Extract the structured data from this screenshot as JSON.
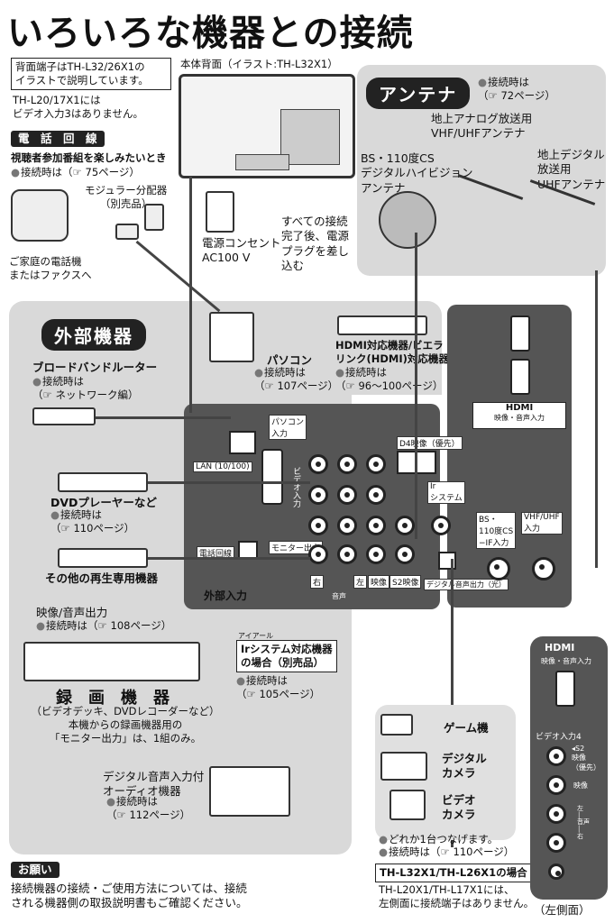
{
  "title": "いろいろな機器との接続",
  "notes": {
    "rear_terminal": "背面端子はTH-L32/26X1の\nイラストで説明しています。",
    "video3": "TH-L20/17X1には\nビデオ入力3はありません。",
    "rear_caption": "本体背面（イラスト:TH-L32X1）"
  },
  "phone": {
    "badge": "電　話　回　線",
    "desc": "視聴者参加番組を楽しみたいとき",
    "ref": "接続時は（☞ 75ページ）",
    "splitter": "モジュラー分配器\n（別売品）",
    "dest": "ご家庭の電話機\nまたはファクスへ"
  },
  "power": {
    "outlet": "電源コンセント\nAC100 V",
    "plug_note": "すべての接続\n完了後、電源\nプラグを差し\n込む"
  },
  "antenna": {
    "badge": "アンテナ",
    "ref": "接続時は\n（☞ 72ページ）",
    "analog": "地上アナログ放送用\nVHF/UHFアンテナ",
    "bs": "BS・110度CS\nデジタルハイビジョン\nアンテナ",
    "digital": "地上デジタル\n放送用\nUHFアンテナ"
  },
  "external": {
    "badge": "外部機器",
    "router": "ブロードバンドルーター",
    "router_ref": "接続時は\n（☞ ネットワーク編）",
    "pc": "パソコン",
    "pc_ref": "接続時は\n（☞ 107ページ）",
    "hdmi_dev": "HDMI対応機器/ビエラ\nリンク(HDMI)対応機器",
    "hdmi_ref": "接続時は\n（☞ 96～100ページ）",
    "dvd": "DVDプレーヤーなど",
    "dvd_ref": "接続時は\n（☞ 110ページ）",
    "other": "その他の再生専用機器",
    "av_out": "映像/音声出力",
    "av_ref": "接続時は（☞ 108ページ）",
    "recorder": "録　画　機　器",
    "recorder_sub": "（ビデオデッキ、DVDレコーダーなど）\n本機からの録画機器用の\n「モニター出力」は、1組のみ。",
    "ir_ruby": "アイアール",
    "ir": "Irシステム対応機器\nの場合（別売品）",
    "ir_ref": "接続時は\n（☞ 105ページ）",
    "audio": "デジタル音声入力付\nオーディオ機器",
    "audio_ref": "接続時は\n（☞ 112ページ）"
  },
  "panel": {
    "pc_in": "パソコン\n入力",
    "lan": "LAN (10/100)",
    "d4": "D4映像（優先）",
    "video_in": "ビデオ入力",
    "ir": "Ir\nシステム",
    "phone_port": "電話回線",
    "monitor": "モニター出力",
    "right": "右",
    "left": "左",
    "video": "映像",
    "s2": "S2映像",
    "audio": "音声",
    "optical": "デジタル音声出力（光）",
    "ext_in": "外部入力",
    "hdmi_logo": "HDMI",
    "hdmi_label": "映像・音声入力",
    "bs_in": "BS・\n110度CS\n−IF入力",
    "vhf_in": "VHF/UHF\n入力"
  },
  "side": {
    "game": "ゲーム機",
    "camera": "デジタル\nカメラ",
    "video_cam": "ビデオ\nカメラ",
    "one_each": "どれか1台つなげます。",
    "ref": "接続時は（☞ 110ページ）",
    "hdmi_logo": "HDMI",
    "hdmi_label": "映像・音声入力",
    "video4": "ビデオ入力4",
    "s2": "◂S2\n映像\n（優先）",
    "video": "映像",
    "audio": "左\n│\n音声\n│\n右",
    "model_head": "TH-L32X1/TH-L26X1の場合",
    "model_note": "TH-L20X1/TH-L17X1には、\n左側面に接続端子はありません。",
    "caption": "（左側面）"
  },
  "request": {
    "badge": "お願い",
    "text": "接続機器の接続・ご使用方法については、接続\nされる機器側の取扱説明書もご確認ください。"
  }
}
